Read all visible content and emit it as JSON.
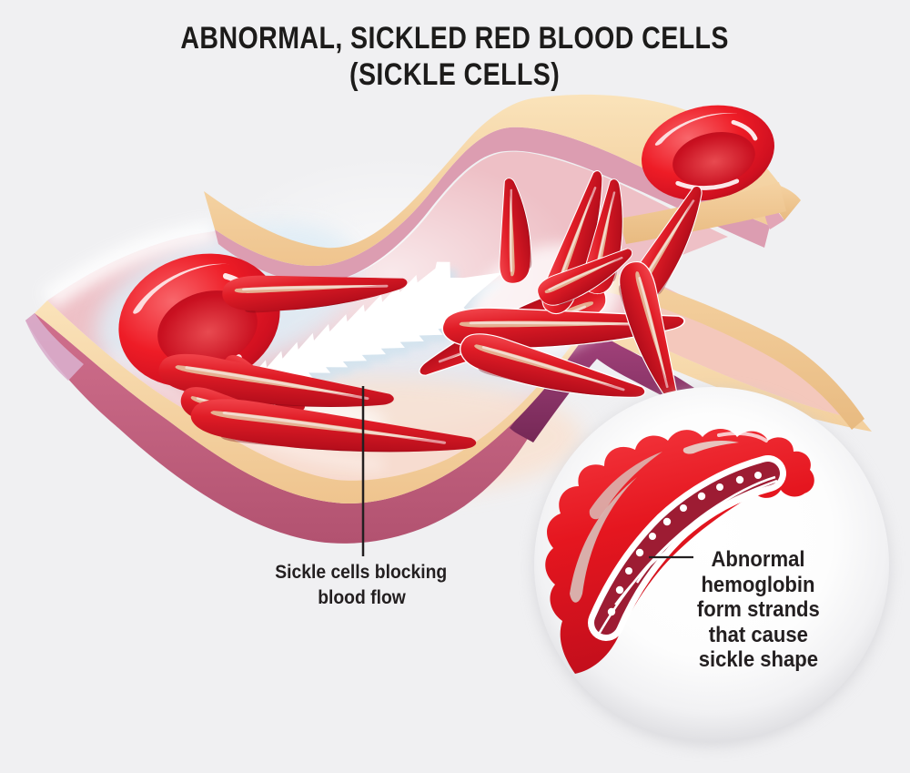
{
  "title": {
    "line1": "ABNORMAL, SICKLED RED BLOOD CELLS",
    "line2": "(SICKLE CELLS)"
  },
  "labels": {
    "blockage": {
      "line1": "Sickle cells blocking",
      "line2": "blood flow"
    },
    "inset": {
      "lines": [
        "Abnormal",
        "hemoglobin",
        "form strands",
        "that cause",
        "sickle shape"
      ]
    }
  },
  "icons": {
    "blood_flow_arrow": "zigzag-arrow-up-right"
  },
  "colors": {
    "background": "#f0f0f2",
    "text": "#231f20",
    "cell_red": "#e31b23",
    "cell_red_dark": "#b00e1c",
    "cell_highlight_tan": "#e5b898",
    "vessel_cream": "#f6d8a9",
    "vessel_rose": "#c9617f",
    "vessel_purple": "#8e3266",
    "vessel_lining_pink": "#dc9db1",
    "lumen_pink": "#eec0c6",
    "hemoglobin_strand_maroon": "#9d1c33",
    "arrow_white": "#ffffff",
    "inset_circle": "#ffffff"
  }
}
